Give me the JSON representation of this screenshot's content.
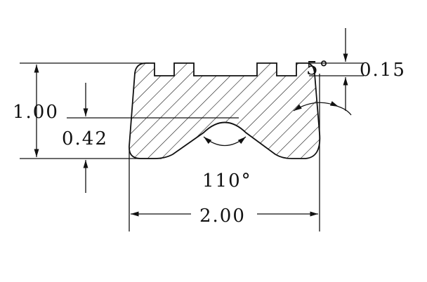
{
  "drawing": {
    "dimensions": {
      "overall_height": "1.00",
      "groove_depth": "0.42",
      "slot_depth": "0.15",
      "overall_width": "2.00",
      "groove_angle": "110°",
      "side_draft_angle": "5°"
    },
    "colors": {
      "line": "#111111",
      "background": "#ffffff"
    }
  }
}
